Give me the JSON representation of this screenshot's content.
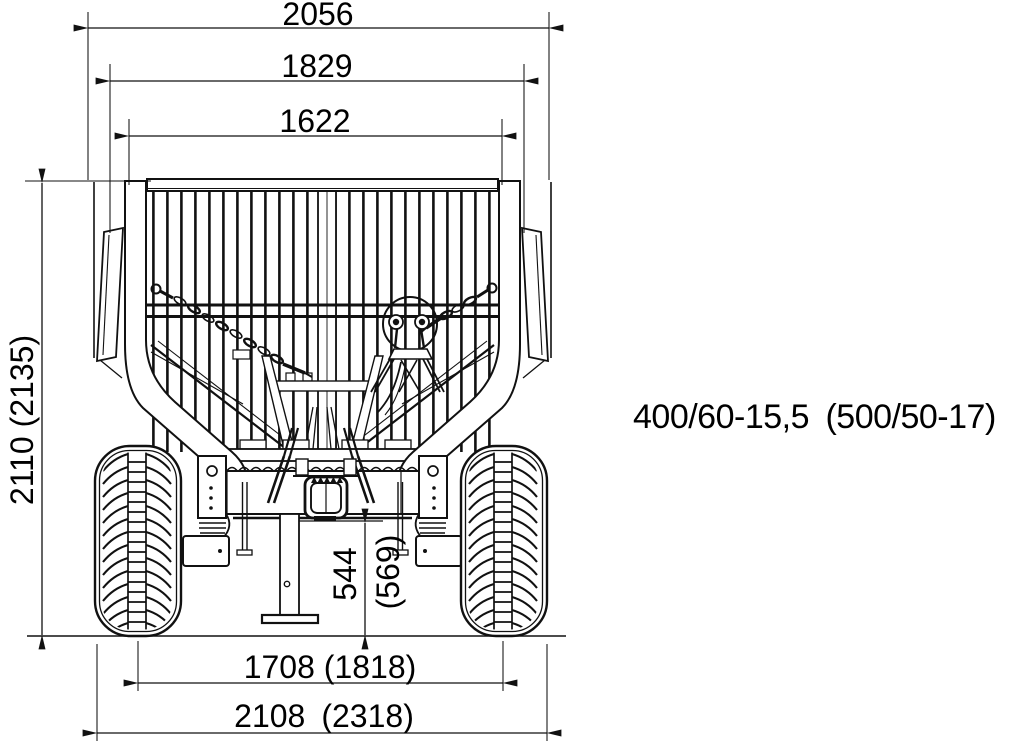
{
  "diagram": {
    "dims": {
      "width_top_outer": "2056",
      "width_top_middle": "1829",
      "width_top_inner": "1622",
      "height_left": "2110 (2135)",
      "clearance": "544",
      "clearance_alt": "(569)",
      "track_width": "1708 (1818)",
      "width_overall_bottom": "2108 (2318)"
    },
    "tyre_size_label": "400/60-15,5 (500/50-17)"
  }
}
